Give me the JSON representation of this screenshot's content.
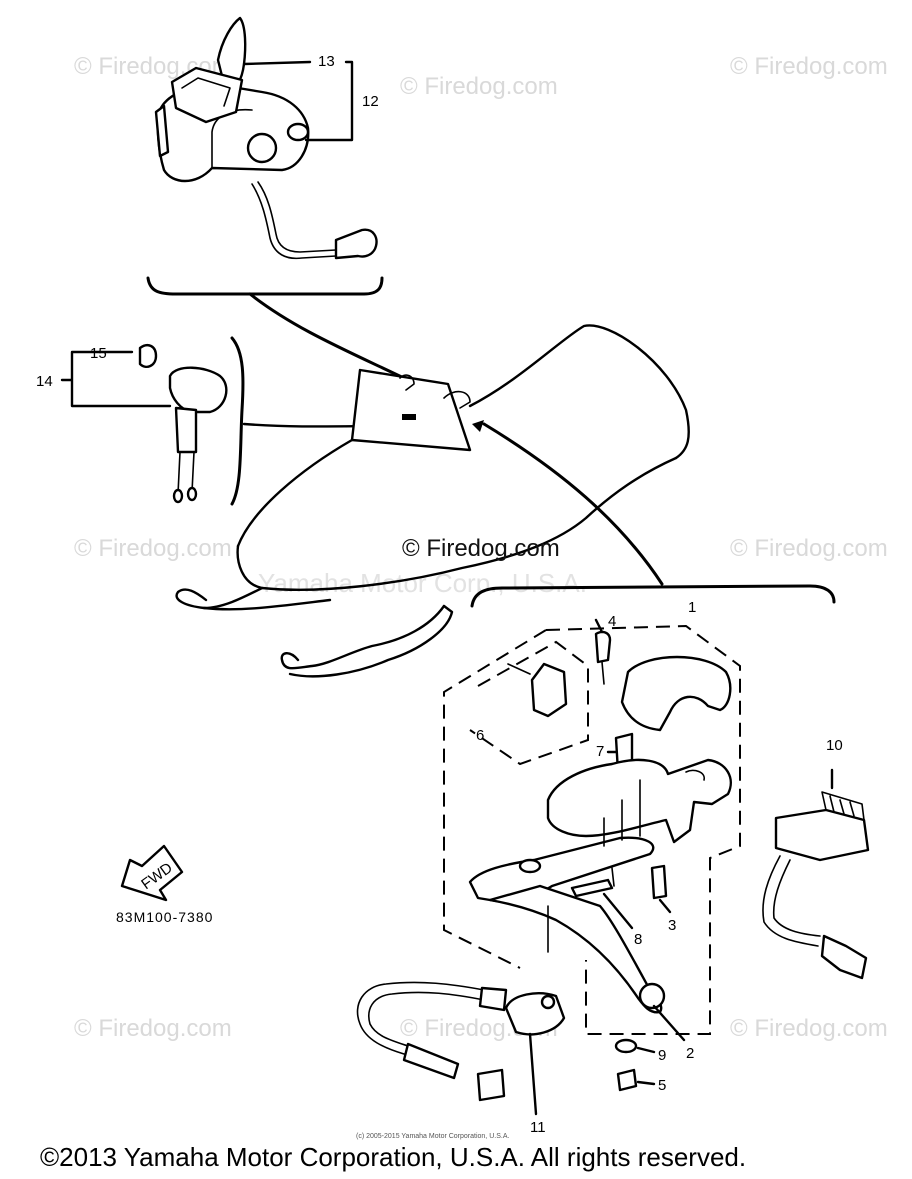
{
  "diagram": {
    "callouts": {
      "c1": "1",
      "c2": "2",
      "c3": "3",
      "c4": "4",
      "c5": "5",
      "c6": "6",
      "c7": "7",
      "c8": "8",
      "c9": "9",
      "c10": "10",
      "c11": "11",
      "c12": "12",
      "c13": "13",
      "c14": "14",
      "c15": "15"
    },
    "part_code": "83M100-7380",
    "fwd_label": "FWD"
  },
  "watermarks": {
    "firedog": "© Firedog.com",
    "center_firedog": "© Firedog.com",
    "faint_yamaha": "Yamaha Motor Corp., U.S.A."
  },
  "footer": {
    "small_copyright": "(c) 2005-2015 Yamaha Motor Corporation, U.S.A.",
    "copyright": "©2013 Yamaha Motor Corporation, U.S.A. All rights reserved."
  }
}
